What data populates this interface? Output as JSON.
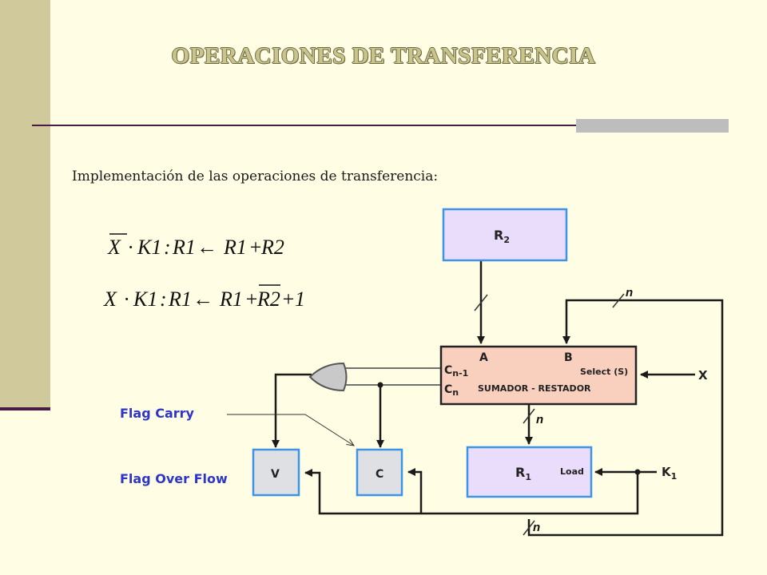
{
  "slide": {
    "title": "OPERACIONES DE TRANSFERENCIA",
    "subtitle": "Implementación de las operaciones de transferencia:"
  },
  "equations": {
    "eq1": {
      "x": "X",
      "dot": "·",
      "k1": "K1",
      "colon": ":",
      "r1": "R1",
      "arrow": "←",
      "r1b": "R1",
      "plus": "+",
      "r2": "R2"
    },
    "eq2": {
      "x": "X",
      "dot": "·",
      "k1": "K1",
      "colon": ":",
      "r1": "R1",
      "arrow": "←",
      "r1b": "R1",
      "plus": "+",
      "r2": "R2",
      "plus2": "+",
      "one": "1"
    }
  },
  "diagram": {
    "r2_label": "R",
    "r2_sub": "2",
    "adder_a": "A",
    "adder_b": "B",
    "adder_cn1": "C",
    "adder_cn1_sub": "n-1",
    "adder_cn": "C",
    "adder_cn_sub": "n",
    "adder_select": "Select (S)",
    "adder_name": "SUMADOR - RESTADOR",
    "x_input": "X",
    "r1_label": "R",
    "r1_sub": "1",
    "r1_load": "Load",
    "k1_label": "K",
    "k1_sub": "1",
    "flag_v": "V",
    "flag_c": "C",
    "bus_n_top": "n",
    "bus_n_mid": "n",
    "bus_n_bottom": "n"
  },
  "labels": {
    "flag_carry": "Flag Carry",
    "flag_overflow": "Flag Over Flow"
  },
  "colors": {
    "register_fill": "#e9ddfb",
    "register_border": "#3d94e6",
    "adder_fill": "#f9cfbe",
    "flag_fill": "#dfe0e4",
    "wire": "#1a1a1a"
  }
}
